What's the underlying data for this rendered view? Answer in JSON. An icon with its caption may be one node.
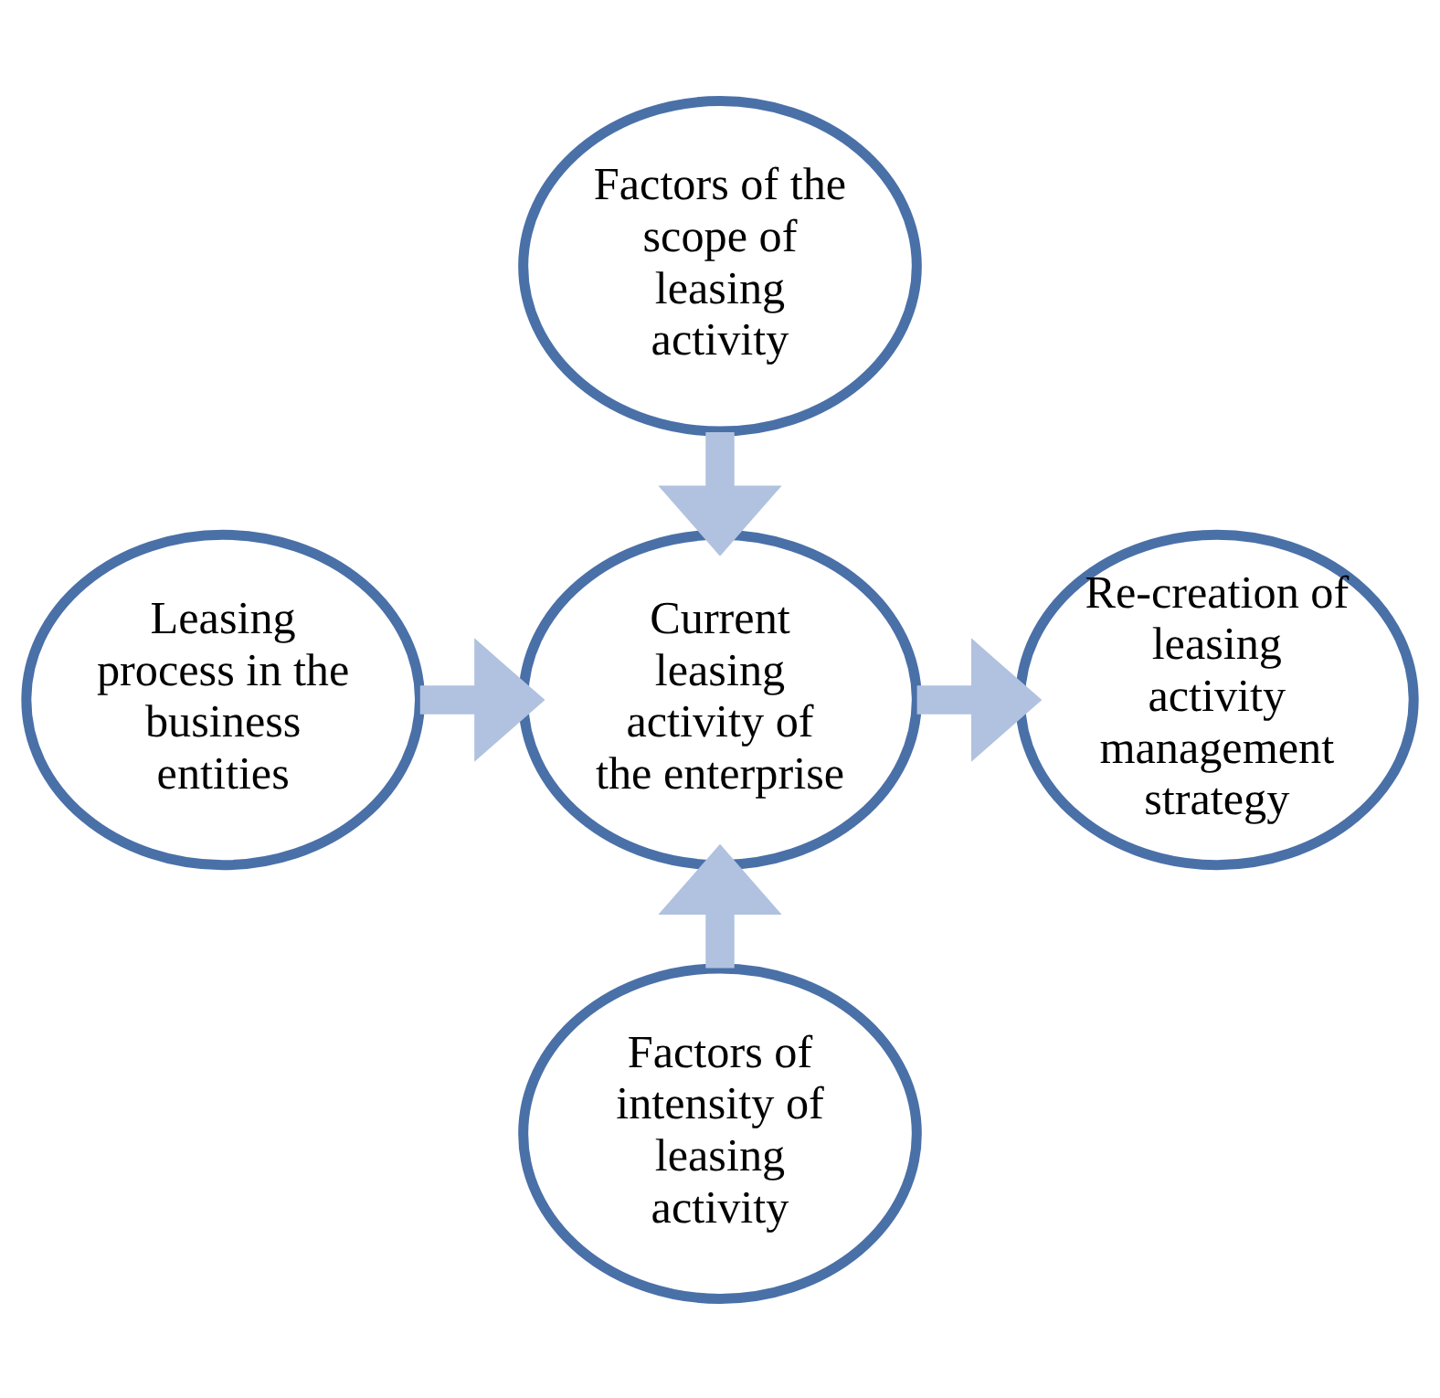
{
  "diagram": {
    "nodes": [
      {
        "text": [
          "Factors of the scope of leasing activity"
        ]
      },
      {
        "text": [
          "Leasing process in the business entities"
        ]
      },
      {
        "text": [
          "Current leasing activity of the enterprise"
        ]
      },
      {
        "text": [
          "Re-creation of leasing activity management strategy"
        ]
      },
      {
        "text": [
          "Factors of intensity of leasing activity"
        ]
      }
    ],
    "edges": [
      {
        "from": 0,
        "to": 2,
        "arrow": "to"
      },
      {
        "from": 1,
        "to": 2,
        "arrow": "to"
      },
      {
        "from": 2,
        "to": 3,
        "arrow": "to"
      },
      {
        "from": 4,
        "to": 2,
        "arrow": "to"
      }
    ]
  }
}
